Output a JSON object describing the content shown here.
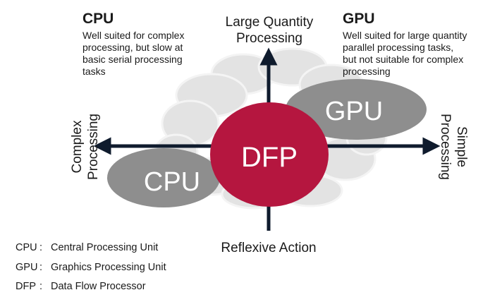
{
  "cpu_note": {
    "heading": "CPU",
    "lines": [
      "Well suited for complex",
      "processing, but slow at",
      "basic serial processing",
      "tasks"
    ]
  },
  "gpu_note": {
    "heading": "GPU",
    "lines": [
      "Well suited for large quantity",
      "parallel processing tasks,",
      "but not suitable for complex",
      "processing"
    ]
  },
  "axes": {
    "top": [
      "Large Quantity",
      "Processing"
    ],
    "bottom": "Reflexive Action",
    "left": [
      "Complex",
      "Processing"
    ],
    "right": [
      "Simple",
      "Processing"
    ]
  },
  "ellipses": {
    "cpu": "CPU",
    "gpu": "GPU",
    "dfp": "DFP"
  },
  "colors": {
    "axis": "#0f1b2d",
    "dfp": "#b5163f",
    "cpu_gpu": "#8c8c8c",
    "brain": "#e2e2e2"
  },
  "legend": [
    {
      "abbr": "CPU",
      "sep": ":",
      "full": "Central Processing Unit"
    },
    {
      "abbr": "GPU",
      "sep": ":",
      "full": "Graphics Processing Unit"
    },
    {
      "abbr": "DFP",
      "sep": ":",
      "full": "Data Flow Processor"
    }
  ]
}
